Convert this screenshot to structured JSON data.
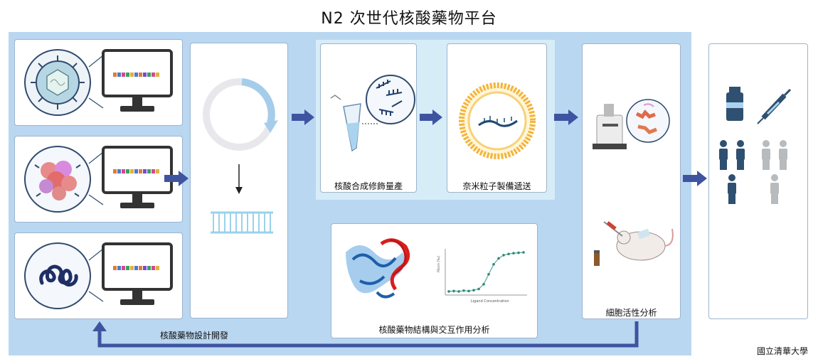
{
  "title": "N2 次世代核酸藥物平台",
  "steps": {
    "synthesis": "核酸合成修飾量產",
    "nanoparticle": "奈米粒子製備遞送",
    "structure": "核酸藥物結構與交互作用分析",
    "cell_activity": "細胞活性分析"
  },
  "feedback_label": "核酸藥物設計開發",
  "credit": "國立清華大學",
  "chart": {
    "ylabel": "FNorm [‰]",
    "xlabel": "Ligand Concentration"
  },
  "colors": {
    "panel_bg": "#b9d7f1",
    "panel_light": "#d6ecf7",
    "arrow": "#3f54a0",
    "people_dark": "#2f5070",
    "people_light": "#b8bbbe",
    "dna_red": "#cc2020",
    "protein_blue": "#2f7fc6"
  },
  "chart_data": {
    "type": "scatter",
    "xlabel": "Ligand Concentration",
    "ylabel": "FNorm [‰]",
    "x": [
      1,
      2,
      3,
      4,
      5,
      6,
      7,
      8,
      9,
      10,
      11,
      12,
      13,
      14,
      15,
      16
    ],
    "y": [
      0.02,
      0.03,
      0.02,
      0.04,
      0.03,
      0.05,
      0.08,
      0.2,
      0.45,
      0.7,
      0.85,
      0.93,
      0.96,
      0.98,
      0.99,
      1.0
    ]
  }
}
